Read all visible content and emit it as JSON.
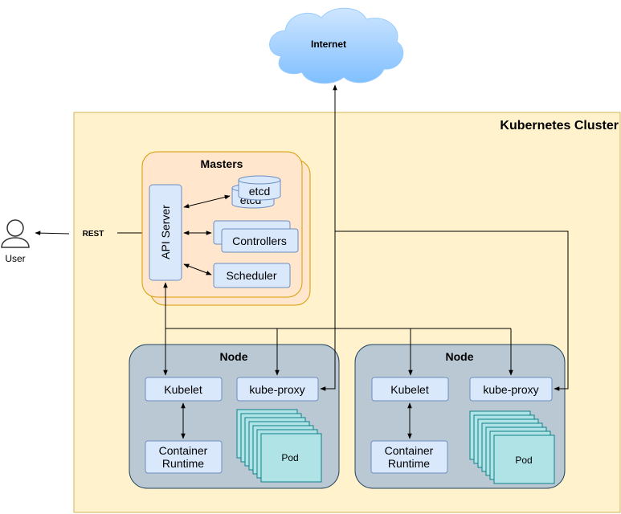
{
  "internet": {
    "label": "Internet"
  },
  "cluster": {
    "title": "Kubernetes Cluster"
  },
  "user": {
    "label": "User"
  },
  "rest": {
    "label": "REST"
  },
  "masters": {
    "title": "Masters",
    "api_server": "API Server",
    "etcd": "etcd",
    "etcd_back": "etcd",
    "controllers": "Controllers",
    "scheduler": "Scheduler"
  },
  "nodes": [
    {
      "title": "Node",
      "kubelet": "Kubelet",
      "kube_proxy": "kube-proxy",
      "runtime_line1": "Container",
      "runtime_line2": "Runtime",
      "pod": "Pod"
    },
    {
      "title": "Node",
      "kubelet": "Kubelet",
      "kube_proxy": "kube-proxy",
      "runtime_line1": "Container",
      "runtime_line2": "Runtime",
      "pod": "Pod"
    }
  ],
  "colors": {
    "cluster_fill": "#fff2cc",
    "cluster_stroke": "#d6b656",
    "masters_fill": "#ffe6cc",
    "masters_stroke": "#d79b00",
    "node_fill": "#bac8d3",
    "node_stroke": "#23445d",
    "component_fill": "#dae8fc",
    "component_stroke": "#6c8ebf",
    "pod_fill": "#b0e3e6",
    "pod_stroke": "#0e8088",
    "cloud_fill": "#99ccff"
  }
}
